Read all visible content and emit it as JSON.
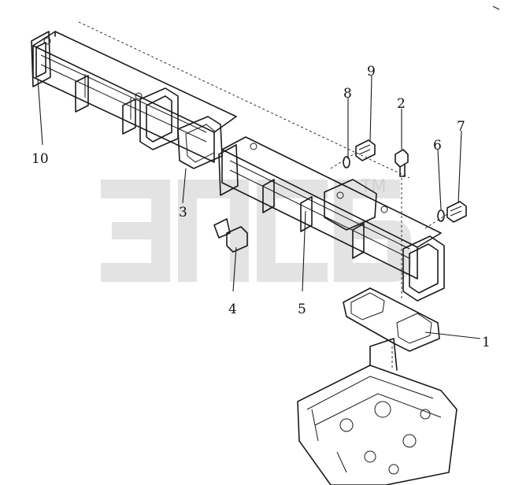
{
  "diagram": {
    "callouts": [
      "1",
      "2",
      "3",
      "4",
      "5",
      "6",
      "7",
      "8",
      "9",
      "10"
    ]
  },
  "watermark": {
    "logo": "ЭПСБ",
    "trademark": "TM"
  }
}
